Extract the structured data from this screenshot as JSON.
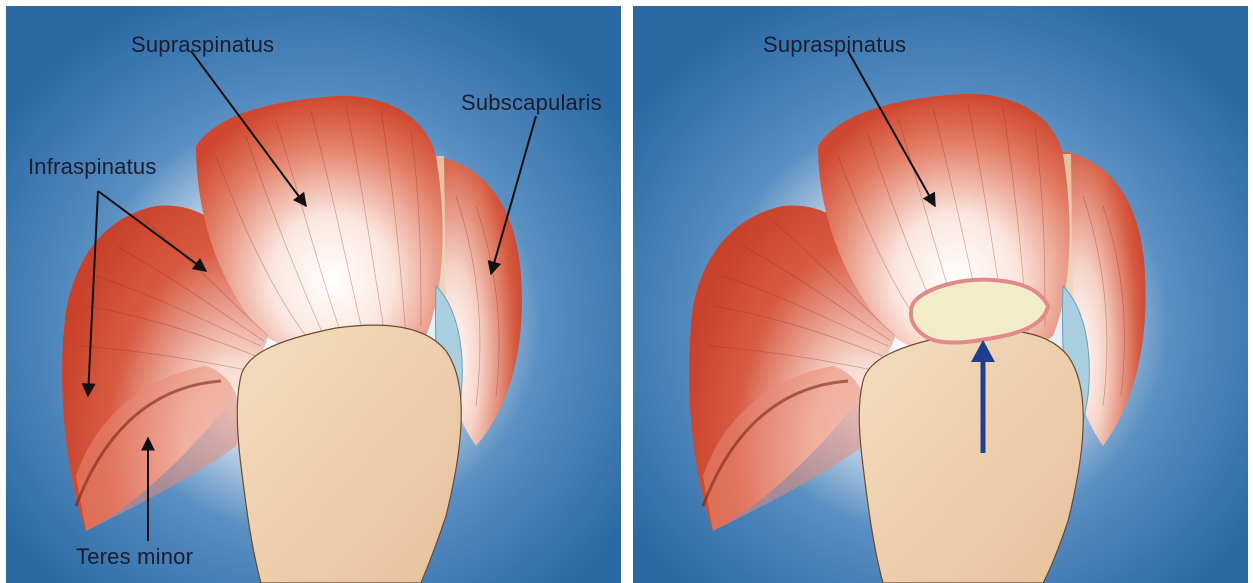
{
  "left_panel": {
    "labels": {
      "supraspinatus": "Supraspinatus",
      "subscapularis": "Subscapularis",
      "infraspinatus": "Infraspinatus",
      "teres_minor": "Teres minor"
    }
  },
  "right_panel": {
    "labels": {
      "supraspinatus": "Supraspinatus"
    }
  },
  "colors": {
    "background_dark": "#2a69a4",
    "background_glow": "#ffffff",
    "muscle_red": "#d14a34",
    "muscle_light": "#fbe3dc",
    "bone": "#efd2b2",
    "cartilage": "#a9cfe0",
    "tear_fill": "#f3ecc9",
    "tear_rim": "#e08a8a",
    "arrow_blue": "#1e3f8f"
  }
}
